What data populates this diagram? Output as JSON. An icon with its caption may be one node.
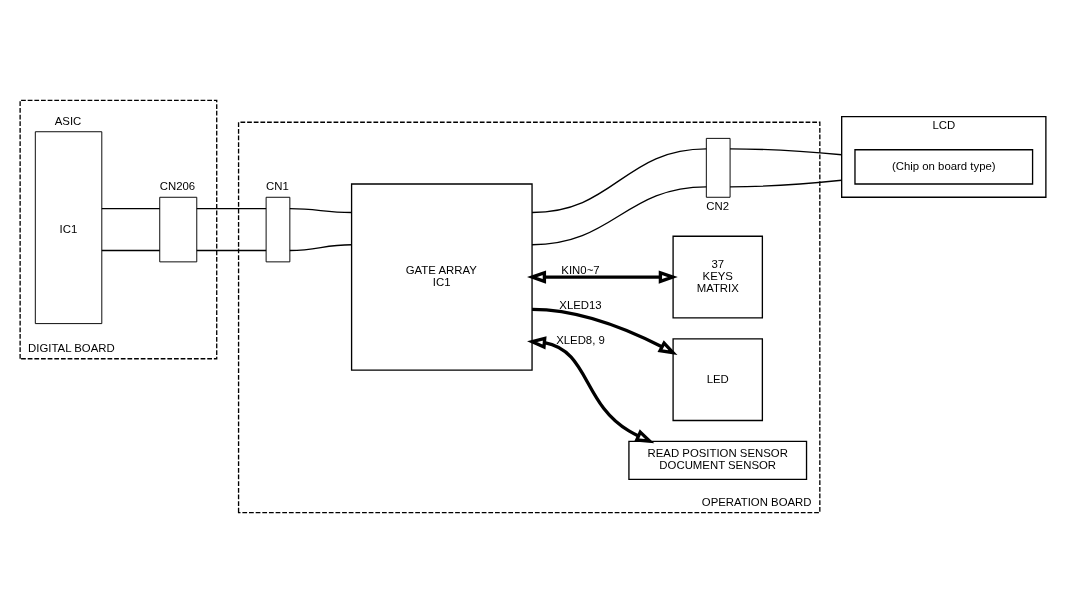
{
  "diagram": {
    "nodes": [
      {
        "text": [
          "DIGITAL BOARD"
        ]
      },
      {
        "text": [
          "ASIC",
          "IC1"
        ],
        "in": 0
      },
      {
        "text": [
          "CN206"
        ],
        "in": 0
      },
      {
        "text": [
          "OPERATION BOARD"
        ]
      },
      {
        "text": [
          "CN1"
        ],
        "in": 3
      },
      {
        "text": [
          "GATE ARRAY IC1"
        ],
        "in": 3
      },
      {
        "text": [
          "CN2"
        ],
        "in": 3
      },
      {
        "text": [
          "LCD"
        ]
      },
      {
        "text": [
          "(Chip on board type)"
        ],
        "in": 7
      },
      {
        "text": [
          "37 KEYS MATRIX"
        ],
        "in": 3
      },
      {
        "text": [
          "LED"
        ],
        "in": 3
      },
      {
        "text": [
          "READ POSITION SENSOR DOCUMENT SENSOR"
        ],
        "in": 3
      }
    ],
    "edges": [
      {
        "from": 1,
        "to": 2,
        "arrow": "none"
      },
      {
        "from": 1,
        "to": 2,
        "arrow": "none"
      },
      {
        "from": 2,
        "to": 4,
        "arrow": "none"
      },
      {
        "from": 2,
        "to": 4,
        "arrow": "none"
      },
      {
        "from": 4,
        "to": 5,
        "arrow": "none"
      },
      {
        "from": 4,
        "to": 5,
        "arrow": "none"
      },
      {
        "from": 5,
        "to": 6,
        "arrow": "none"
      },
      {
        "from": 5,
        "to": 6,
        "arrow": "none"
      },
      {
        "from": 6,
        "to": 7,
        "arrow": "none"
      },
      {
        "from": 6,
        "to": 7,
        "arrow": "none"
      },
      {
        "from": 5,
        "to": 9,
        "arrow": "both",
        "label": "KIN0~7",
        "style": "thick"
      },
      {
        "from": 5,
        "to": 10,
        "arrow": "to",
        "label": "XLED13",
        "style": "thick"
      },
      {
        "from": 5,
        "to": 11,
        "arrow": "both",
        "label": "XLED8, 9",
        "style": "thick"
      }
    ]
  }
}
